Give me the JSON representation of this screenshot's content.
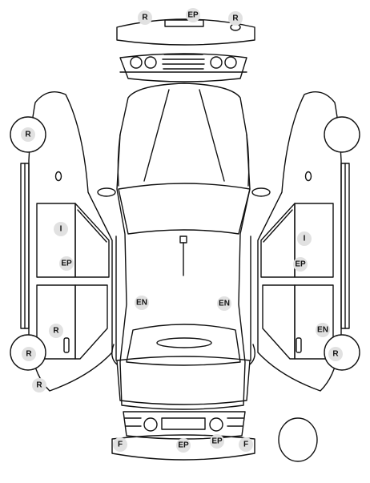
{
  "colors": {
    "line": "#111111",
    "marker_fill": "#e1e1e1",
    "background": "#ffffff"
  },
  "markers": {
    "front_left_r": "R",
    "front_ep": "EP",
    "front_right_r": "R",
    "left_front_wheel_r": "R",
    "left_door_i": "I",
    "left_door_ep": "EP",
    "left_rear_door_r": "R",
    "left_rear_wheel_r": "R",
    "left_bottom_r": "R",
    "roof_left_en": "EN",
    "roof_right_en": "EN",
    "right_door_i": "I",
    "right_door_ep": "EP",
    "right_rear_en": "EN",
    "right_rear_wheel_r": "R",
    "rear_left_f": "F",
    "rear_ep": "EP",
    "rear_ep2": "EP",
    "rear_right_f": "F"
  }
}
